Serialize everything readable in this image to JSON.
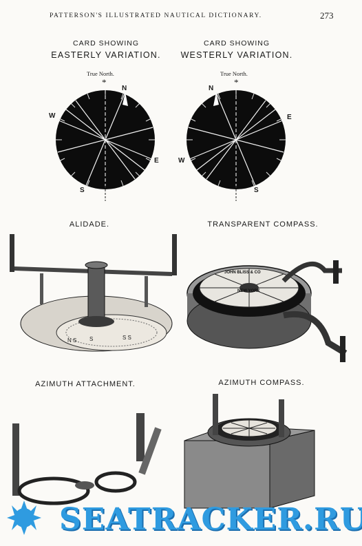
{
  "header": {
    "title": "PATTERSON'S ILLUSTRATED NAUTICAL DICTIONARY.",
    "page_number": "273"
  },
  "easterly": {
    "line1": "CARD SHOWING",
    "line2": "EASTERLY VARIATION.",
    "true_north": "True North.",
    "star": "*",
    "pts": {
      "n": "N",
      "e": "E",
      "s": "S",
      "w": "W"
    }
  },
  "westerly": {
    "line1": "CARD SHOWING",
    "line2": "WESTERLY VARIATION.",
    "true_north": "True North.",
    "star": "*",
    "pts": {
      "n": "N",
      "e": "E",
      "s": "S",
      "w": "W"
    }
  },
  "alidade": {
    "caption": "ALIDADE."
  },
  "transparent": {
    "caption": "TRANSPARENT COMPASS.",
    "maker": "JOHN BLISS & CO",
    "city": "NEW YORK"
  },
  "azimuth_attachment": {
    "caption": "AZIMUTH ATTACHMENT."
  },
  "azimuth_compass": {
    "caption": "AZIMUTH COMPASS."
  },
  "watermark": {
    "text": "SEATRACKER.RU"
  }
}
